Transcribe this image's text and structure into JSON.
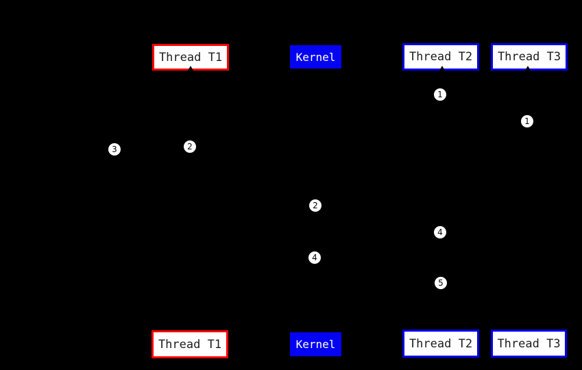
{
  "colors": {
    "background": "#000000",
    "thread_t1_border": "#ff0000",
    "thread_t2_t3_border": "#0000ee",
    "kernel_fill": "#0404f2",
    "box_fill": "#ffffff",
    "box_text": "#1c1c1c",
    "kernel_text": "#ffffff",
    "step_fill": "#ffffff",
    "step_text": "#000000"
  },
  "nodes": {
    "top": {
      "thread_t1": "Thread T1",
      "kernel": "Kernel",
      "thread_t2": "Thread T2",
      "thread_t3": "Thread T3"
    },
    "bottom": {
      "thread_t1": "Thread T1",
      "kernel": "Kernel",
      "thread_t2": "Thread T2",
      "thread_t3": "Thread T3"
    }
  },
  "step_markers": [
    "1",
    "1",
    "2",
    "3",
    "2",
    "4",
    "4",
    "5"
  ]
}
